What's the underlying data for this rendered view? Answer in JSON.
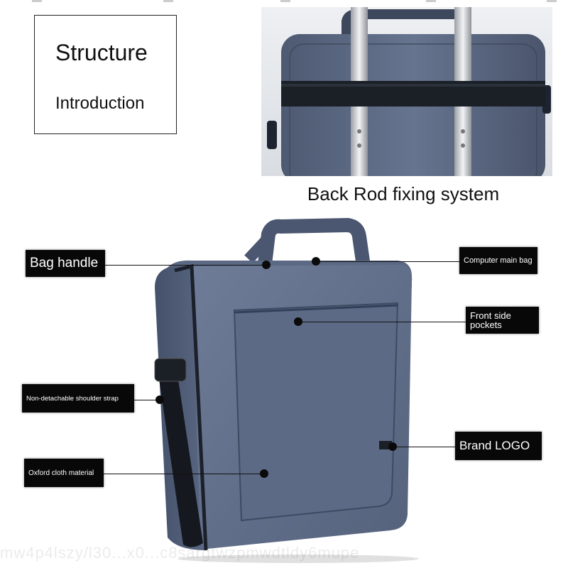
{
  "title_box": {
    "line1": "Structure",
    "line2": "Introduction"
  },
  "top_photo": {
    "caption": "Back Rod fixing system"
  },
  "callouts": {
    "bag_handle": "Bag handle",
    "computer_main_bag": "Computer main bag",
    "front_side_pockets_line1": "Front side",
    "front_side_pockets_line2": "pockets",
    "shoulder_strap": "Non-detachable shoulder strap",
    "brand_logo": "Brand LOGO",
    "oxford_cloth": "Oxford cloth material"
  },
  "watermark": "mw4p4lszy/l30...x0...c8sargtwzpmwdtldy6mupe",
  "colors": {
    "bag": "#5c6a86",
    "bag_dark": "#3c475c",
    "label_bg": "#080808",
    "label_text": "#ffffff"
  }
}
